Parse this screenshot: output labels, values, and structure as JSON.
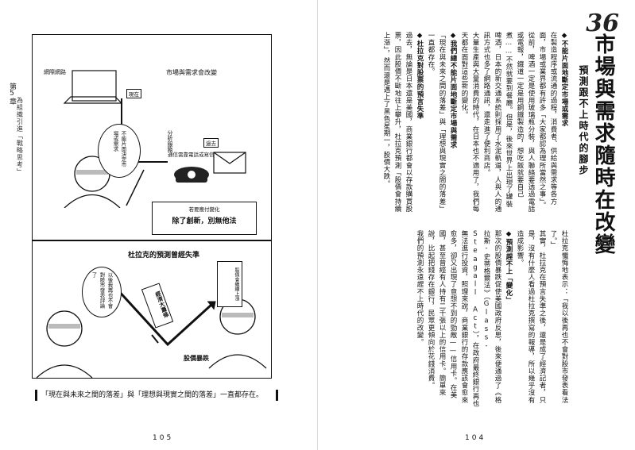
{
  "left_page": {
    "chapter_tab": "第5章",
    "chapter_subtitle": "為組織引進「戰略思考」",
    "comic": {
      "top_panel": {
        "internet_label": "網際網路",
        "market_change_label": "市場與需求會改變",
        "present_tag": "現在",
        "past_tag": "過去",
        "diversification_label": "分析服務",
        "communication_label": "通信需靠電話或寫信",
        "bubble_text": "不能片面決定市場或需求",
        "banner_small": "若要應付變化",
        "banner_big": "除了創新，別無他法"
      },
      "bottom_panel": {
        "title": "杜拉克的預測曾經失準",
        "bubble_left": "以後我再也不會對股市發表評論了",
        "bubble_right": "股價會繼續上漲",
        "crash_label": "經濟大蕭條",
        "drop_label": "股價暴跌"
      }
    },
    "caption": "「現在與未來之間的落差」與「理想與現實之間的落差」一直都存在。",
    "page_number": "105"
  },
  "right_page": {
    "section_number": "36",
    "title": "市場與需求隨時在改變",
    "subtitle": "預測跟不上時代的腳步",
    "header1": "◆不能片面地斷定市場或需求",
    "para1": "在製造程序或流通的過程，消費者、供給與需求等各方面，市場或業界都有許多「大家都認為理所當然之事」。",
    "para2": "從前，啤酒一定是使用玻璃瓶分裝，與人聯絡要透過電話或電報，鐵道一定是用鋼鐵製造的，想吃飯就要自己煮……不然就要到餐廳。但是，後來世界上出現了罐裝啤酒，日本的新交通系統則採用了水泥軌道，人與人的通訊方式也多了網路通訊，還走進了便利商店。",
    "para3": "大量生產與大量消費的時代，在日本也不適用了，我們每天都在面對這些新的變化。",
    "header2": "◆我們總不能片面地斷定市場與需求",
    "para4": "「現在與未來之間的落差」與「理想與現實之間的落差」一直都存在。",
    "header3": "◆杜拉克對股票的預言失準",
    "para5": "過去，無論是日本還是美國，商業銀行都會以存款購買股票，因此股價不斷地往上攀升，杜拉克預測「股價會持續上漲」，然而還是遇上了黑色星期一，股價大跌。",
    "para6": "杜拉克懺悔地表示：「我以後再也不會對股市發表看法了。」",
    "para7": "其實，杜拉克在預言失準之後，還是成了經濟記者，只是，沒有什麼人看過杜拉克撰寫的報導，所以幾乎沒有造成影響。",
    "header4": "◆預測趕不上「變化」",
    "para8": "那次的股價暴跌促使美國政府反思，後來便通過了《格拉斯-史蒂格爾法》（Glass-Steagall Act），在政府最終銀行再也無法進行投資，照理來說，商業銀行的存款應該會愈來愈多，卻又出現了意想不到的勁敵——信用卡。在美國，甚至曾經有人持有二千張以上的信用卡。簡單來說，比起把錢存在銀行，民眾更傾向於花錢消費。",
    "para9": "我們的預測永遠趕不上時代的改變。",
    "page_number": "104"
  }
}
